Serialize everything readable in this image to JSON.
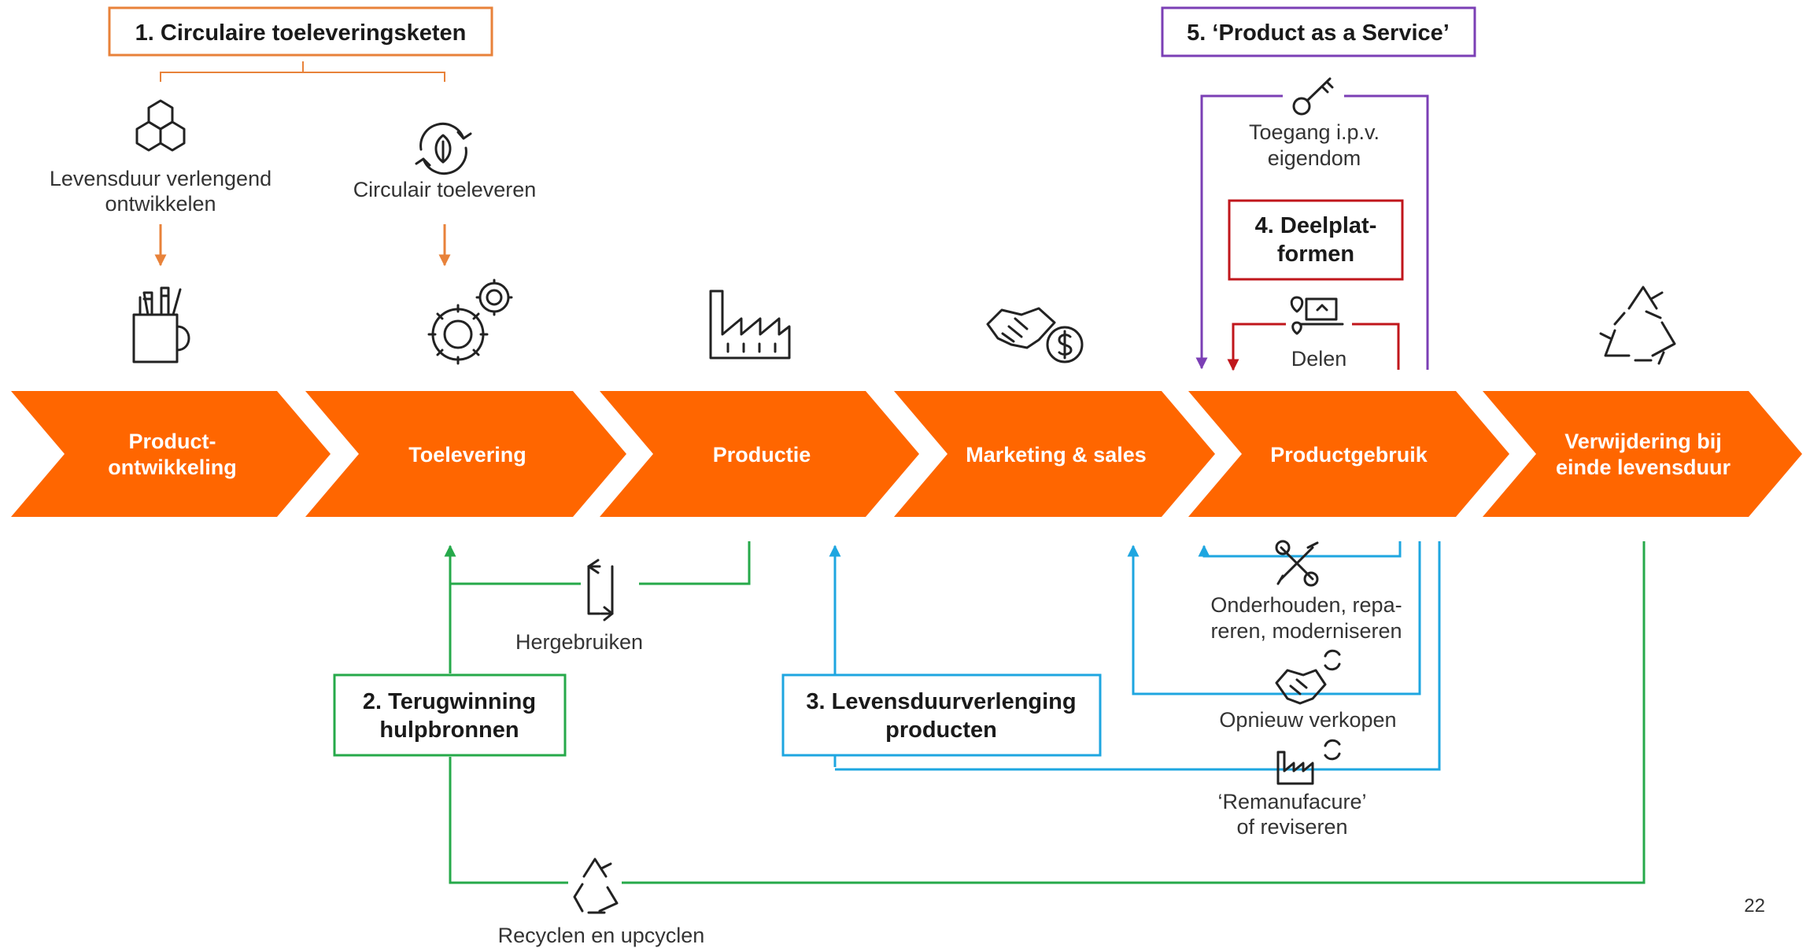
{
  "page_number": "22",
  "colors": {
    "orange": "#FF6600",
    "arrow_orange": "#E8823A",
    "green": "#26A94A",
    "blue": "#1EA6E0",
    "red": "#C0161B",
    "purple": "#7B3FB5",
    "text": "#333333"
  },
  "stages": [
    {
      "line1": "Product-",
      "line2": "ontwikkeling",
      "icon": "pencil-cup-icon"
    },
    {
      "line1": "Toelevering",
      "line2": "",
      "icon": "gears-icon"
    },
    {
      "line1": "Productie",
      "line2": "",
      "icon": "factory-icon"
    },
    {
      "line1": "Marketing & sales",
      "line2": "",
      "icon": "handshake-dollar-icon"
    },
    {
      "line1": "Productgebruik",
      "line2": "",
      "icon": ""
    },
    {
      "line1": "Verwijdering bij",
      "line2": "einde levensduur",
      "icon": "recycle-icon"
    }
  ],
  "boxes": {
    "supply_chain": "1. Circulaire toeleveringsketen",
    "recovery_line1": "2. Terugwinning",
    "recovery_line2": "hulpbronnen",
    "life_ext_line1": "3. Levensduurverlenging",
    "life_ext_line2": "producten",
    "sharing_line1": "4. Deelplat-",
    "sharing_line2": "formen",
    "paas": "5. ‘Product as a Service’"
  },
  "labels": {
    "lifespan_design_1": "Levensduur verlengend",
    "lifespan_design_2": "ontwikkelen",
    "circular_supply": "Circulair toeleveren",
    "access_1": "Toegang i.p.v.",
    "access_2": "eigendom",
    "share": "Delen",
    "reuse": "Hergebruiken",
    "maintain_1": "Onderhouden, repa-",
    "maintain_2": "reren, moderniseren",
    "resell": "Opnieuw verkopen",
    "reman_1": "‘Remanufacure’",
    "reman_2": "of reviseren",
    "recycle": "Recyclen en upcyclen"
  }
}
